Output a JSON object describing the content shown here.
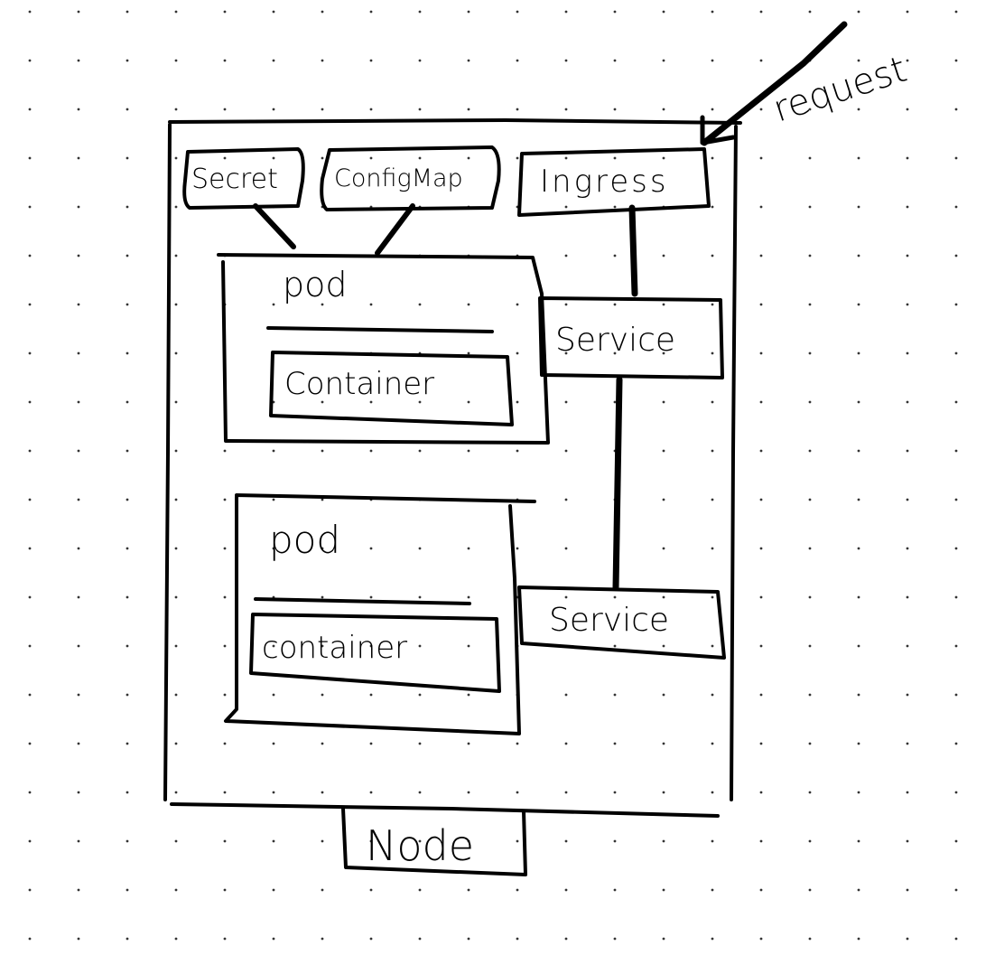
{
  "diagram": {
    "type": "hand-drawn kubernetes architecture sketch",
    "node": {
      "label": "Node"
    },
    "request": {
      "label": "request"
    },
    "secret": {
      "label": "Secret"
    },
    "configmap": {
      "label": "ConfigMap"
    },
    "ingress": {
      "label": "Ingress"
    },
    "pods": [
      {
        "label": "pod",
        "container": "Container"
      },
      {
        "label": "pod",
        "container": "container"
      }
    ],
    "services": [
      {
        "label": "Service"
      },
      {
        "label": "Service"
      }
    ],
    "edges": [
      {
        "from": "request",
        "to": "Ingress"
      },
      {
        "from": "Secret",
        "to": "pod 1"
      },
      {
        "from": "ConfigMap",
        "to": "pod 1"
      },
      {
        "from": "Ingress",
        "to": "Service 1"
      },
      {
        "from": "Service 1",
        "to": "Service 2"
      }
    ]
  },
  "colors": {
    "ink": "#000000",
    "background": "#ffffff",
    "grid_dot": "#333333"
  }
}
